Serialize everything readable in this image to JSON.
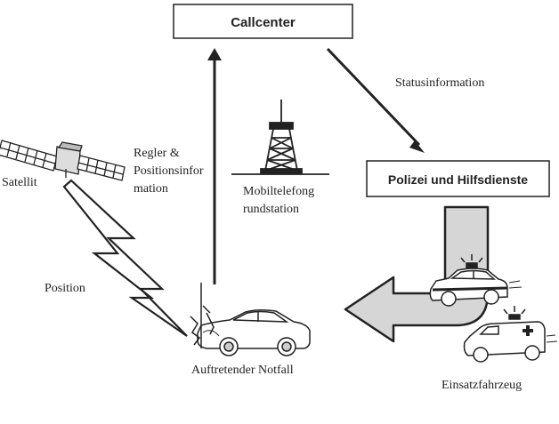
{
  "nodes": {
    "callcenter": "Callcenter",
    "police": "Polizei und Hilfsdienste"
  },
  "labels": {
    "status": "Statusinformation",
    "regler": [
      "Regler &",
      "Positionsinfor",
      "mation"
    ],
    "mobil": [
      "Mobiltelefong",
      "rundstation"
    ],
    "satellit": "Satellit",
    "position": "Position",
    "notfall": "Auftretender Notfall",
    "fahrzeug": "Einsatzfahrzeug"
  },
  "colors": {
    "line": "#222222",
    "big_arrow_fill": "#d6d6d6",
    "box_border": "#222222"
  },
  "icons": [
    "satellite-icon",
    "antenna-tower-icon",
    "crashed-car-icon",
    "police-car-icon",
    "ambulance-icon"
  ]
}
